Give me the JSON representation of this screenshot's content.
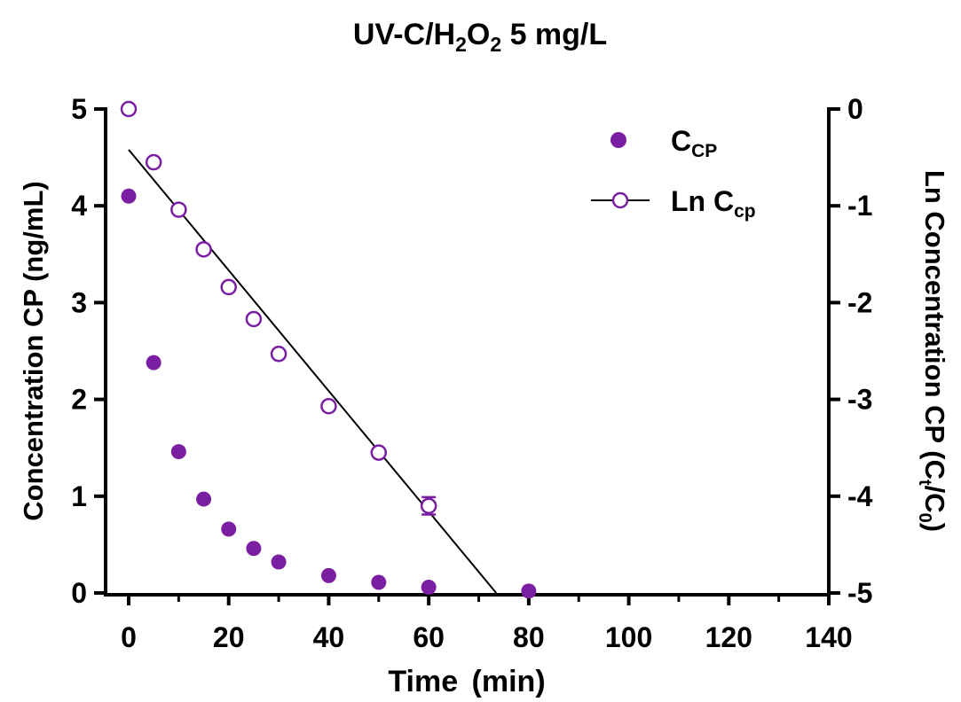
{
  "chart_data": {
    "type": "scatter",
    "title": {
      "main": "UV-C/H",
      "sub1": "2",
      "mid": "O",
      "sub2": "2",
      "rest": " 5 mg/L"
    },
    "xlabel": "Time (min)",
    "ylabel_left": "Concentration CP (ng/mL)",
    "ylabel_right": {
      "main": "Ln Concentration CP (C",
      "sub1": "t",
      "mid": "/C",
      "sub2": "0",
      "end": ")"
    },
    "xlim": [
      0,
      140
    ],
    "x_ticks": [
      "0",
      "20",
      "40",
      "60",
      "80",
      "100",
      "120",
      "140"
    ],
    "x_tick_values": [
      0,
      20,
      40,
      60,
      80,
      100,
      120,
      140
    ],
    "ylim_left": [
      0,
      5
    ],
    "y_left_ticks": [
      "0",
      "1",
      "2",
      "3",
      "4",
      "5"
    ],
    "y_left_tick_values": [
      0,
      1,
      2,
      3,
      4,
      5
    ],
    "ylim_right": [
      -5,
      0
    ],
    "y_right_ticks": [
      "0",
      "-1",
      "-2",
      "-3",
      "-4",
      "-5"
    ],
    "y_right_tick_values": [
      0,
      -1,
      -2,
      -3,
      -4,
      -5
    ],
    "color": "#7b1fa2",
    "legend_position": "top-right",
    "series": [
      {
        "name": "C",
        "name_sub": "CP",
        "axis": "left",
        "marker": "filled-circle",
        "x": [
          0,
          5,
          10,
          15,
          20,
          25,
          30,
          40,
          50,
          60,
          80
        ],
        "y": [
          4.1,
          2.38,
          1.46,
          0.97,
          0.66,
          0.46,
          0.32,
          0.18,
          0.11,
          0.06,
          0.02
        ]
      },
      {
        "name": "Ln C",
        "name_sub": "cp",
        "axis": "right",
        "marker": "open-circle",
        "x": [
          0,
          5,
          10,
          15,
          20,
          25,
          30,
          40,
          50,
          60
        ],
        "y": [
          0,
          -0.55,
          -1.04,
          -1.45,
          -1.84,
          -2.17,
          -2.53,
          -3.07,
          -3.55,
          -4.1
        ],
        "error": [
          null,
          null,
          null,
          null,
          null,
          null,
          null,
          null,
          null,
          0.09
        ]
      }
    ],
    "fit_line": {
      "axis": "right",
      "x": [
        0,
        73.5
      ],
      "y": [
        -0.42,
        -5
      ]
    }
  }
}
